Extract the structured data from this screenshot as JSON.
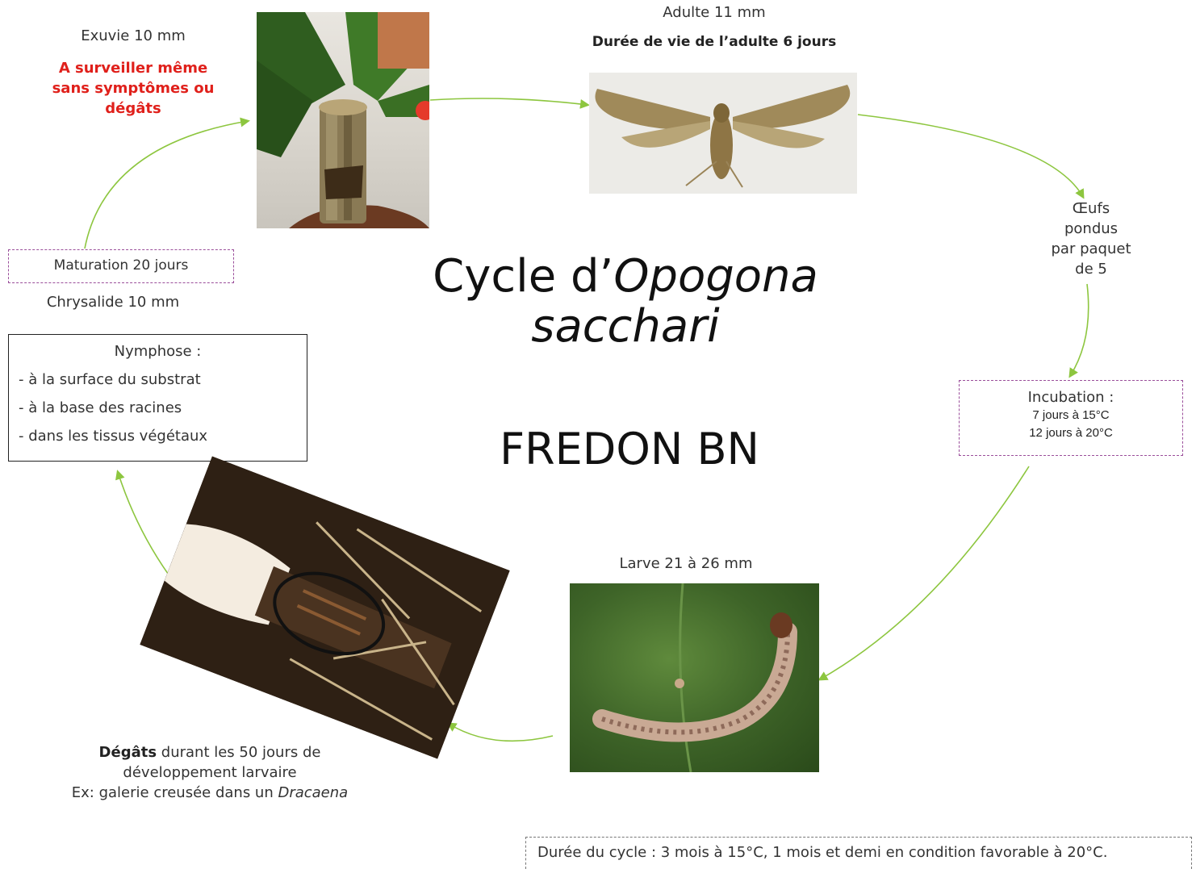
{
  "title": {
    "line1": "Cycle d’",
    "line1_italic": "Opogona",
    "line2": "sacchari"
  },
  "org": "FREDON BN",
  "exuvie": {
    "label": "Exuvie 10 mm",
    "warning_lines": [
      "A surveiller même",
      "sans symptômes ou",
      "dégâts"
    ]
  },
  "adult": {
    "label": "Adulte 11 mm",
    "lifespan": "Durée de vie de l’adulte 6 jours"
  },
  "eggs": {
    "lines": [
      "Œufs",
      "pondus",
      "par paquet",
      "de 5"
    ]
  },
  "incubation": {
    "title": "Incubation :",
    "line1": "7 jours à 15°C",
    "line2": "12 jours à 20°C"
  },
  "larva": {
    "label": "Larve 21 à 26 mm"
  },
  "damage": {
    "bold": "Dégâts",
    "rest1": " durant les 50 jours de",
    "line2": "développement larvaire",
    "line3_prefix": "Ex: galerie creusée  dans un ",
    "line3_italic": "Dracaena"
  },
  "nymphose": {
    "title": "Nymphose  :",
    "items": [
      "- à la surface  du substrat",
      "- à la base  des racines",
      "- dans les tissus végétaux"
    ]
  },
  "chrysalide": {
    "label": "Chrysalide 10 mm"
  },
  "maturation": {
    "label": "Maturation 20 jours"
  },
  "cycle_note": "Durée du cycle  : 3 mois à 15°C, 1 mois et demi en condition favorable à 20°C.",
  "colors": {
    "arrow": "#8dc63f",
    "warning": "#e0201b",
    "dashed_border": "#9b4f9b"
  }
}
